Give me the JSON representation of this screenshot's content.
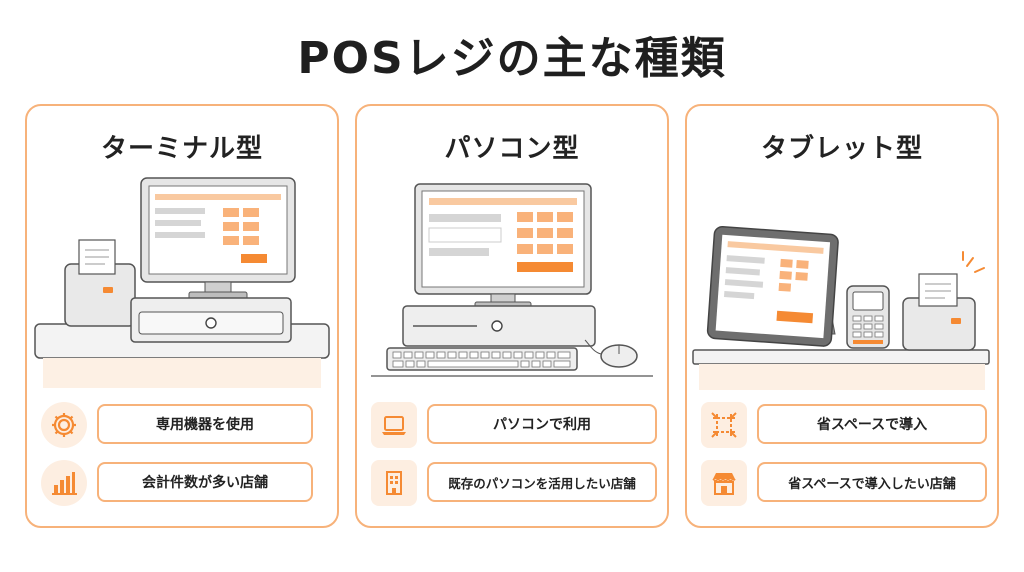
{
  "title": "POSレジの主な種類",
  "colors": {
    "accent": "#f58a33",
    "accent_light": "#fdeee1",
    "border": "#f7b27a",
    "gray": "#e6e6e6"
  },
  "cards": [
    {
      "title": "ターミナル型",
      "features": [
        {
          "icon": "gear-icon",
          "label": "専用機器を使用"
        },
        {
          "icon": "bar-chart-icon",
          "label": "会計件数が多い店舗"
        }
      ]
    },
    {
      "title": "パソコン型",
      "features": [
        {
          "icon": "laptop-icon",
          "label": "パソコンで利用"
        },
        {
          "icon": "building-icon",
          "label": "既存のパソコンを活用したい店舗"
        }
      ]
    },
    {
      "title": "タブレット型",
      "features": [
        {
          "icon": "compress-space-icon",
          "label": "省スペースで導入"
        },
        {
          "icon": "storefront-icon",
          "label": "省スペースで導入したい店舗"
        }
      ]
    }
  ]
}
